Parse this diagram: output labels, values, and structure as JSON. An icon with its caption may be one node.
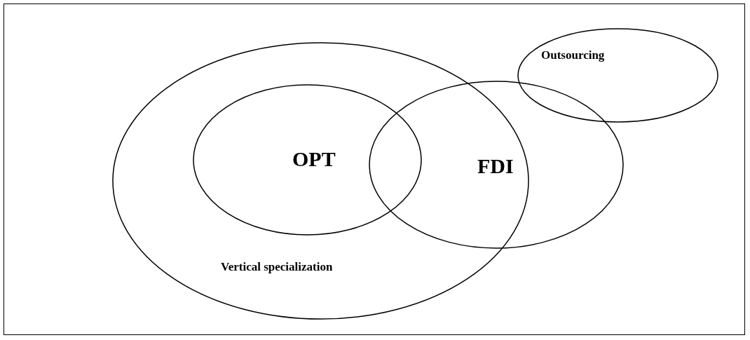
{
  "diagram": {
    "nodes": [
      {
        "text": [
          "Vertical specialization"
        ]
      },
      {
        "text": [
          "OPT"
        ],
        "in": 0
      },
      {
        "text": [
          "FDI"
        ]
      },
      {
        "text": [
          "Outsourcing"
        ]
      }
    ]
  }
}
